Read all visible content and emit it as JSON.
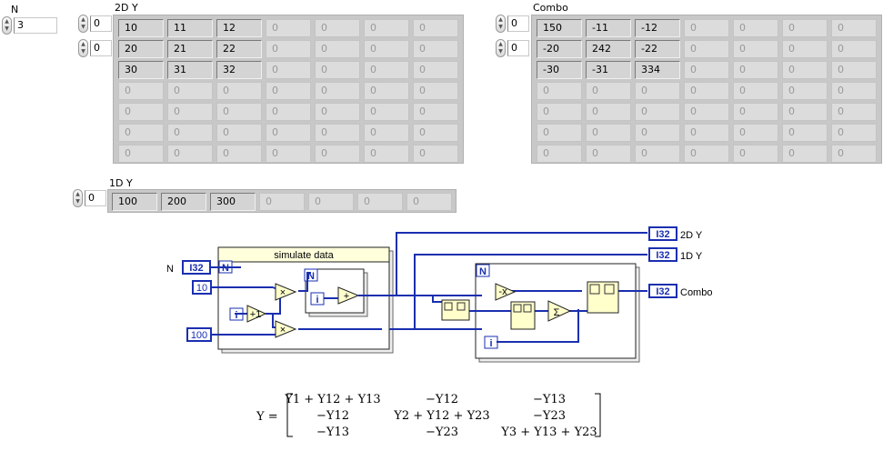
{
  "n_control": {
    "label": "N",
    "value": "3"
  },
  "array_2d": {
    "label": "2D Y",
    "index_row": "0",
    "index_col": "0",
    "rows": [
      [
        "10",
        "11",
        "12",
        "0",
        "0",
        "0",
        "0"
      ],
      [
        "20",
        "21",
        "22",
        "0",
        "0",
        "0",
        "0"
      ],
      [
        "30",
        "31",
        "32",
        "0",
        "0",
        "0",
        "0"
      ],
      [
        "0",
        "0",
        "0",
        "0",
        "0",
        "0",
        "0"
      ],
      [
        "0",
        "0",
        "0",
        "0",
        "0",
        "0",
        "0"
      ],
      [
        "0",
        "0",
        "0",
        "0",
        "0",
        "0",
        "0"
      ],
      [
        "0",
        "0",
        "0",
        "0",
        "0",
        "0",
        "0"
      ]
    ]
  },
  "combo": {
    "label": "Combo",
    "index_row": "0",
    "index_col": "0",
    "rows": [
      [
        "150",
        "-11",
        "-12",
        "0",
        "0",
        "0",
        "0"
      ],
      [
        "-20",
        "242",
        "-22",
        "0",
        "0",
        "0",
        "0"
      ],
      [
        "-30",
        "-31",
        "334",
        "0",
        "0",
        "0",
        "0"
      ],
      [
        "0",
        "0",
        "0",
        "0",
        "0",
        "0",
        "0"
      ],
      [
        "0",
        "0",
        "0",
        "0",
        "0",
        "0",
        "0"
      ],
      [
        "0",
        "0",
        "0",
        "0",
        "0",
        "0",
        "0"
      ],
      [
        "0",
        "0",
        "0",
        "0",
        "0",
        "0",
        "0"
      ]
    ]
  },
  "array_1d": {
    "label": "1D Y",
    "index": "0",
    "values": [
      "100",
      "200",
      "300",
      "0",
      "0",
      "0",
      "0"
    ]
  },
  "diagram": {
    "loop_title": "simulate data",
    "n_term": "N",
    "n_control_label": "N",
    "type_i32": "I32",
    "const_10": "10",
    "const_100": "100",
    "iter_i": "i",
    "plus_one": "+1",
    "multiply": "×",
    "add": "+",
    "negate": "-x",
    "sigma": "Σ",
    "ind_2d": "2D Y",
    "ind_1d": "1D Y",
    "ind_combo": "Combo"
  },
  "equation": {
    "lhs": "Y =",
    "r1": [
      "Y1 + Y12 + Y13",
      "−Y12",
      "−Y13"
    ],
    "r2": [
      "−Y12",
      "Y2 + Y12 + Y23",
      "−Y23"
    ],
    "r3": [
      "−Y13",
      "−Y23",
      "Y3 + Y13 + Y23"
    ]
  }
}
